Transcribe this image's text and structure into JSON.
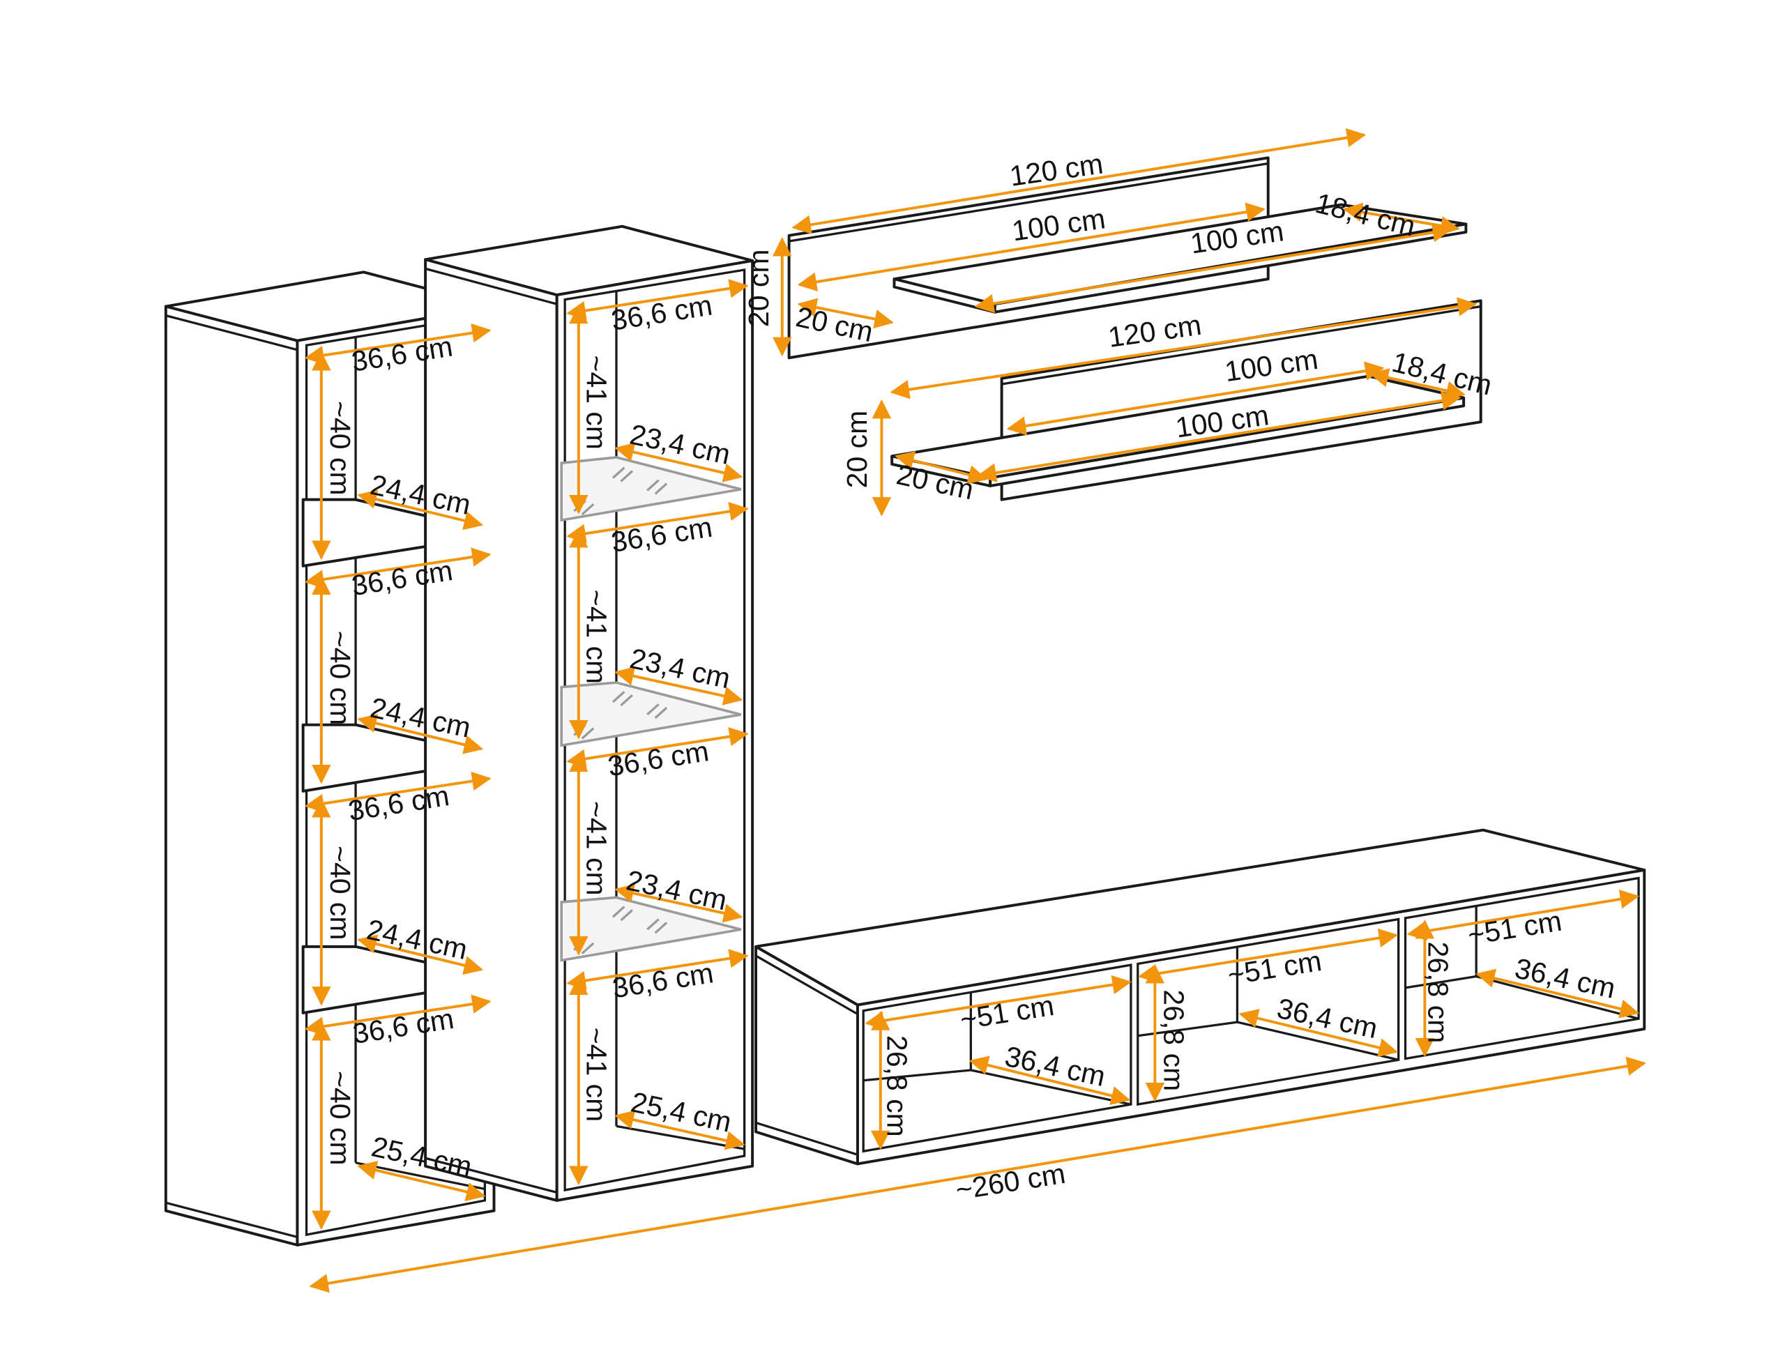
{
  "colors": {
    "line": "#1a1a1a",
    "dimension": "#f2940c",
    "glass": "#9a9a9a",
    "background": "#ffffff"
  },
  "labels": {
    "cab1_width_1": "36,6 cm",
    "cab1_height_1": "~40 cm",
    "cab1_depth_1": "24,4 cm",
    "cab1_width_2": "36,6 cm",
    "cab1_height_2": "~40 cm",
    "cab1_depth_2": "24,4 cm",
    "cab1_width_3": "36,6 cm",
    "cab1_height_3": "~40 cm",
    "cab1_depth_3": "24,4 cm",
    "cab1_width_4": "36,6 cm",
    "cab1_height_4": "~40 cm",
    "cab1_depth_4": "25,4 cm",
    "cab2_width_1": "36,6 cm",
    "cab2_height_1": "~41 cm",
    "cab2_depth_1": "23,4 cm",
    "cab2_width_2": "36,6 cm",
    "cab2_height_2": "~41 cm",
    "cab2_depth_2": "23,4 cm",
    "cab2_width_3": "36,6 cm",
    "cab2_height_3": "~41 cm",
    "cab2_depth_3": "23,4 cm",
    "cab2_width_4": "36,6 cm",
    "cab2_height_4": "~41 cm",
    "cab2_depth_4": "25,4 cm",
    "shelf1_panel_length": "120 cm",
    "shelf1_panel_inner": "100 cm",
    "shelf1_board_length": "100 cm",
    "shelf1_board_depth": "18,4 cm",
    "shelf1_height": "20 cm",
    "shelf1_depth": "20 cm",
    "shelf2_panel_length": "120 cm",
    "shelf2_panel_inner": "100 cm",
    "shelf2_board_length": "100 cm",
    "shelf2_board_depth": "18,4 cm",
    "shelf2_height": "20 cm",
    "shelf2_depth": "20 cm",
    "tv_comp1_width": "~51 cm",
    "tv_comp1_height": "26,8 cm",
    "tv_comp1_depth": "36,4 cm",
    "tv_comp2_width": "~51 cm",
    "tv_comp2_height": "26,8 cm",
    "tv_comp2_depth": "36,4 cm",
    "tv_comp3_width": "~51 cm",
    "tv_comp3_height": "26,8 cm",
    "tv_comp3_depth": "36,4 cm",
    "total_width": "~260 cm"
  }
}
